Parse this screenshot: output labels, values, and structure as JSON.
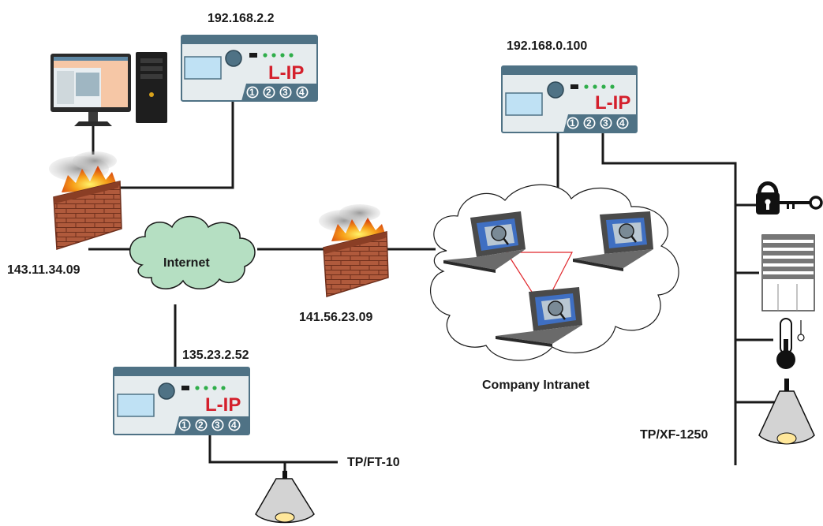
{
  "devices": [
    {
      "ip": "192.168.2.2",
      "brand": "L-IP",
      "ports": [
        "1",
        "2",
        "3",
        "4"
      ]
    },
    {
      "ip": "192.168.0.100",
      "brand": "L-IP",
      "ports": [
        "1",
        "2",
        "3",
        "4"
      ]
    },
    {
      "ip": "135.23.2.52",
      "brand": "L-IP",
      "ports": [
        "1",
        "2",
        "3",
        "4"
      ]
    }
  ],
  "labels": {
    "internet": "Internet",
    "firewall_left_ip": "143.11.34.09",
    "firewall_mid_ip": "141.56.23.09",
    "intranet": "Company Intranet",
    "bus_ft10": "TP/FT-10",
    "bus_xf1250": "TP/XF-1250"
  },
  "colors": {
    "device_body": "#e6ecee",
    "device_header": "#4f7285",
    "device_panel": "#bfe1f4",
    "brand": "#d4202c",
    "internet_cloud": "#b5dfc2",
    "brick": "#b05a3c",
    "lan_links": "#e0262b",
    "lamp_glow": "#ffe79a"
  },
  "icons": [
    "workstation-icon",
    "firewall-icon",
    "laptop-icon",
    "padlock-key-icon",
    "blinds-icon",
    "thermometer-icon",
    "ceiling-lamp-icon"
  ]
}
